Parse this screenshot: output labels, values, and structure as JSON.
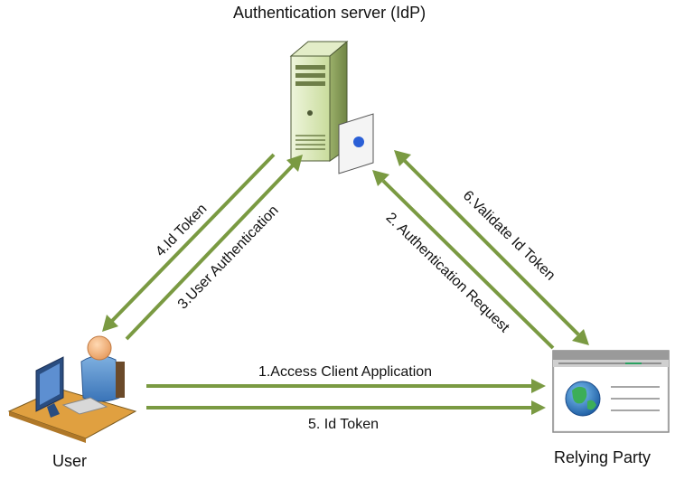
{
  "nodes": {
    "server": {
      "label": "Authentication server (IdP)"
    },
    "user": {
      "label": "User"
    },
    "relying_party": {
      "label": "Relying Party"
    }
  },
  "edges": {
    "access_client": {
      "label": "1.Access Client Application"
    },
    "auth_request": {
      "label": "2. Authentication Request"
    },
    "user_auth": {
      "label": "3.User Authentication"
    },
    "id_token_to_user": {
      "label": "4.Id Token"
    },
    "id_token_to_rp": {
      "label": "5. Id Token"
    },
    "validate_token": {
      "label": "6.Validate Id Token"
    }
  },
  "colors": {
    "arrow": "#7a9a42",
    "server_body": "#d6e6b0",
    "server_dark": "#4e5a36",
    "globe_blue": "#1f6fb8"
  }
}
